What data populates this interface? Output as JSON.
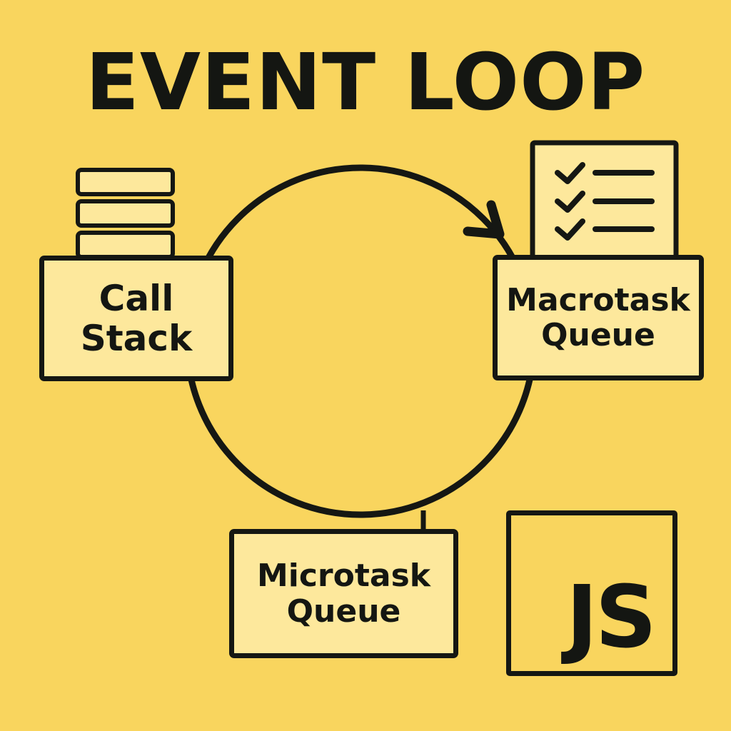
{
  "title": "EVENT LOOP",
  "nodes": {
    "call_stack": {
      "line1": "Call",
      "line2": "Stack"
    },
    "macrotask_queue": {
      "line1": "Macrotask",
      "line2": "Queue"
    },
    "microtask_queue": {
      "line1": "Microtask",
      "line2": "Queue"
    }
  },
  "logo": {
    "text": "JS"
  },
  "colors": {
    "background": "#f9d55e",
    "box_fill": "#fde89c",
    "stroke": "#151713"
  },
  "icons": [
    "stack-layers-icon",
    "checklist-icon",
    "loop-arrow-icon"
  ]
}
